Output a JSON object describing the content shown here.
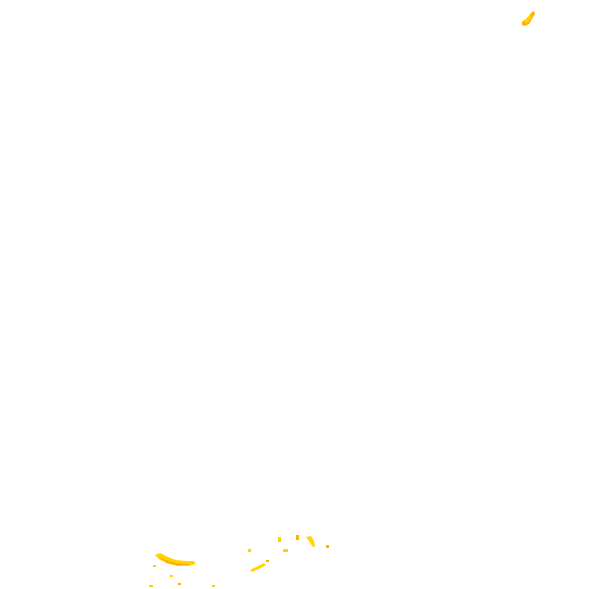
{
  "colors": {
    "background": "#ffffff",
    "fragment_primary": "#ffd400",
    "fragment_secondary": "#ffb000"
  },
  "fragments": [
    {
      "name": "top-right-fragment"
    },
    {
      "name": "bottom-left-cluster"
    },
    {
      "name": "bottom-center-cluster"
    }
  ]
}
